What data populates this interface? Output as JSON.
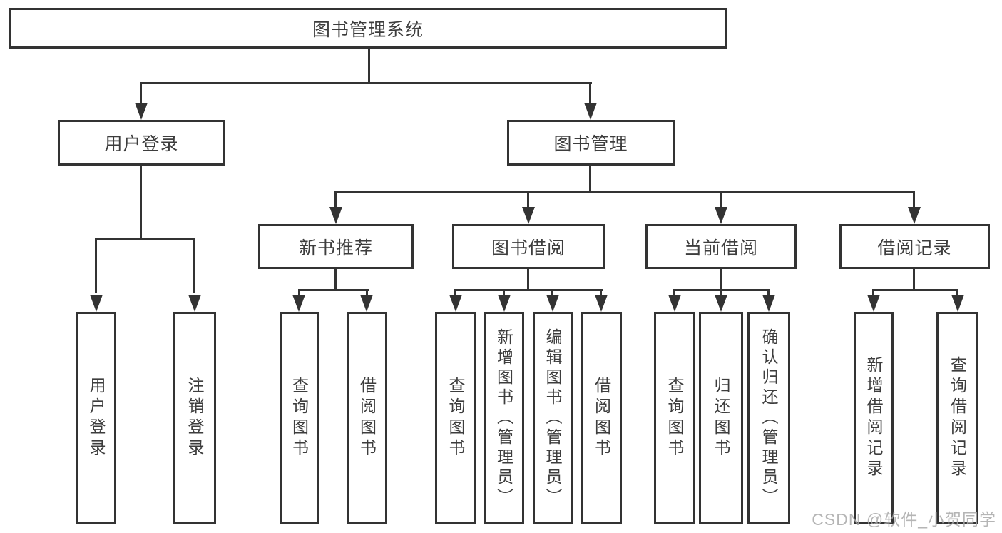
{
  "tree": {
    "label": "图书管理系统",
    "children": [
      {
        "label": "用户登录",
        "children": [
          {
            "label": "用户登录"
          },
          {
            "label": "注销登录"
          }
        ]
      },
      {
        "label": "图书管理",
        "children": [
          {
            "label": "新书推荐",
            "children": [
              {
                "label": "查询图书"
              },
              {
                "label": "借阅图书"
              }
            ]
          },
          {
            "label": "图书借阅",
            "children": [
              {
                "label": "查询图书"
              },
              {
                "label": "新增图书（管理员）"
              },
              {
                "label": "编辑图书（管理员）"
              },
              {
                "label": "借阅图书"
              }
            ]
          },
          {
            "label": "当前借阅",
            "children": [
              {
                "label": "查询图书"
              },
              {
                "label": "归还图书"
              },
              {
                "label": "确认归还（管理员）"
              }
            ]
          },
          {
            "label": "借阅记录",
            "children": [
              {
                "label": "新增借阅记录"
              },
              {
                "label": "查询借阅记录"
              }
            ]
          }
        ]
      }
    ]
  },
  "watermark": {
    "text": "CSDN @软件_小贺同学"
  },
  "colors": {
    "line": "#333333",
    "text": "#3d3d3d",
    "background": "#ffffff",
    "watermark": "#a9a9a9"
  }
}
